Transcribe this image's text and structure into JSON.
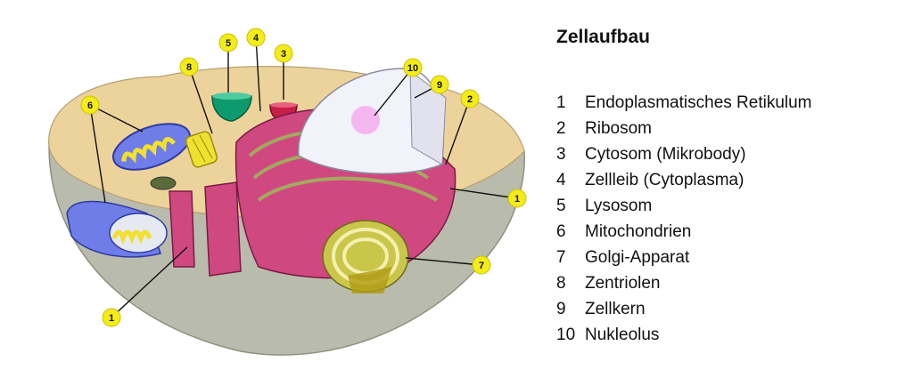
{
  "legend": {
    "title": "Zellaufbau",
    "items": [
      {
        "num": "1",
        "label": "Endoplasmatisches Retikulum"
      },
      {
        "num": "2",
        "label": "Ribosom"
      },
      {
        "num": "3",
        "label": "Cytosom (Mikrobody)"
      },
      {
        "num": "4",
        "label": "Zellleib (Cytoplasma)"
      },
      {
        "num": "5",
        "label": "Lysosom"
      },
      {
        "num": "6",
        "label": "Mitochondrien"
      },
      {
        "num": "7",
        "label": "Golgi-Apparat"
      },
      {
        "num": "8",
        "label": "Zentriolen"
      },
      {
        "num": "9",
        "label": "Zellkern"
      },
      {
        "num": "10",
        "label": "Nukleolus"
      }
    ]
  },
  "callouts": {
    "er_right": "1",
    "er_left": "1",
    "ribosom": "2",
    "cytosom": "3",
    "zellleib": "4",
    "lysosom": "5",
    "mitochondrien": "6",
    "golgi": "7",
    "zentriolen": "8",
    "zellkern": "9",
    "nukleolus": "10"
  },
  "colors": {
    "cytoplasm": "#ecd39c",
    "cell_shell": "#b9bcac",
    "er": "#d04880",
    "callout_circle": "#f3ec1a",
    "nucleus": "#f2f2fb",
    "nucleolus": "#f4b6ee",
    "mitochondrion": "#6f7de8",
    "golgi": "#c9c64a",
    "lysosome": "#0f9a6e",
    "cytosome": "#c81f48"
  }
}
